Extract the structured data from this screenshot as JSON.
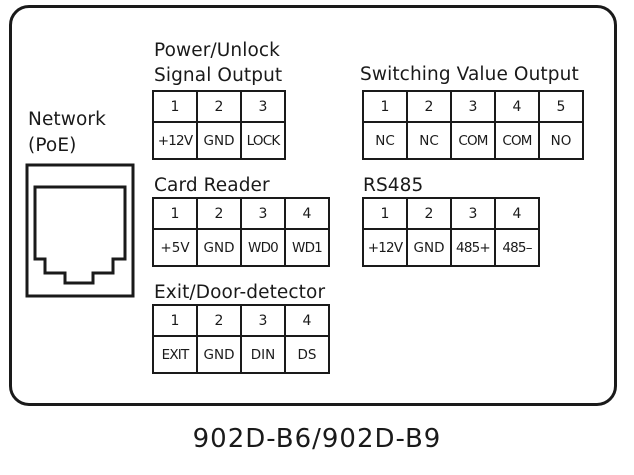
{
  "title": "902D-B6/902D-B9",
  "network": {
    "line1": "Network",
    "line2": "(PoE)",
    "icon": "rj45-port-icon"
  },
  "groups": {
    "power_unlock": {
      "title_line1": "Power/Unlock",
      "title_line2": "Signal Output",
      "pins": [
        "1",
        "2",
        "3"
      ],
      "signals": [
        "+12V",
        "GND",
        "LOCK"
      ]
    },
    "switching_value": {
      "title": "Switching Value Output",
      "pins": [
        "1",
        "2",
        "3",
        "4",
        "5"
      ],
      "signals": [
        "NC",
        "NC",
        "COM",
        "COM",
        "NO"
      ]
    },
    "card_reader": {
      "title": "Card Reader",
      "pins": [
        "1",
        "2",
        "3",
        "4"
      ],
      "signals": [
        "+5V",
        "GND",
        "WD0",
        "WD1"
      ]
    },
    "rs485": {
      "title": "RS485",
      "pins": [
        "1",
        "2",
        "3",
        "4"
      ],
      "signals": [
        "+12V",
        "GND",
        "485+",
        "485–"
      ]
    },
    "exit_door": {
      "title": "Exit/Door-detector",
      "pins": [
        "1",
        "2",
        "3",
        "4"
      ],
      "signals": [
        "EXIT",
        "GND",
        "DIN",
        "DS"
      ]
    }
  }
}
